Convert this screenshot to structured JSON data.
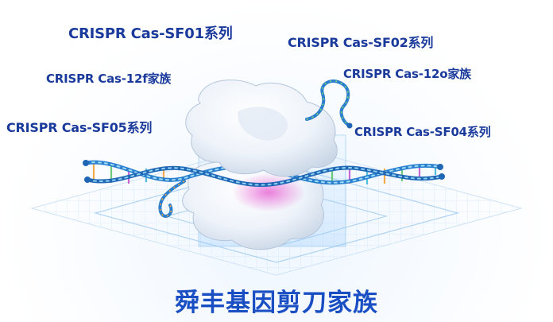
{
  "labels": {
    "sf01": "CRISPR Cas-SF01系列",
    "sf02": "CRISPR Cas-SF02系列",
    "family_12f": "CRISPR Cas-12f家族",
    "family_12o": "CRISPR Cas-12o家族",
    "sf05": "CRISPR Cas-SF05系列",
    "sf04": "CRISPR Cas-SF04系列"
  },
  "title": "舜丰基因剪刀家族",
  "colors": {
    "label": "#1a3a9c",
    "title": "#1a4fc4",
    "dna_backbone": "#2a7fcf",
    "protein": "#eef3fa",
    "highlight": "#e86ad6",
    "floor_grid": "#bcd8f5"
  },
  "icons": {
    "illustration": "crispr-cas-protein-dna-illustration"
  }
}
